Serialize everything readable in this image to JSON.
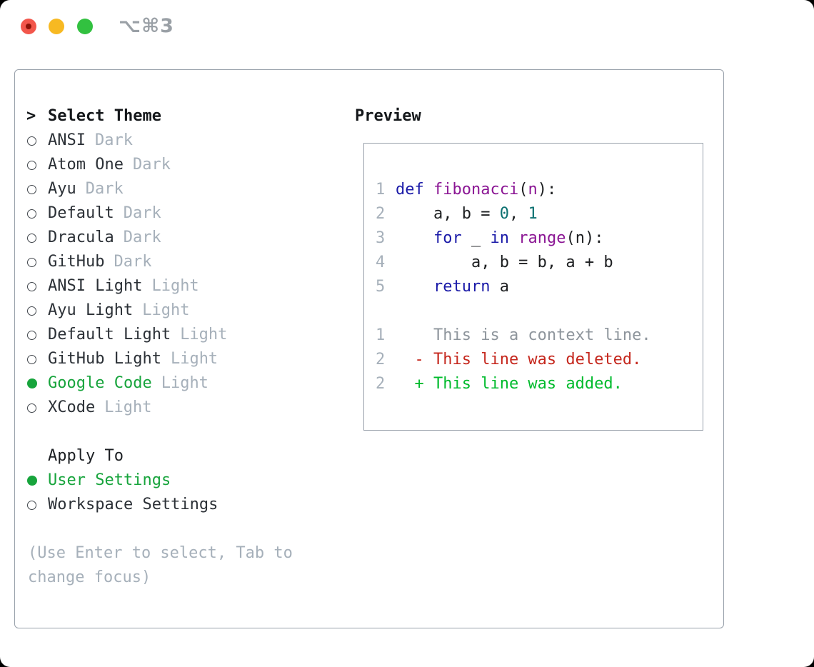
{
  "window": {
    "shortcut": "⌥⌘3"
  },
  "theme_panel": {
    "header": {
      "prompt": ">",
      "label": "Select Theme"
    },
    "themes": [
      {
        "name": "ANSI",
        "tag": "Dark",
        "selected": false
      },
      {
        "name": "Atom One",
        "tag": "Dark",
        "selected": false
      },
      {
        "name": "Ayu",
        "tag": "Dark",
        "selected": false
      },
      {
        "name": "Default",
        "tag": "Dark",
        "selected": false
      },
      {
        "name": "Dracula",
        "tag": "Dark",
        "selected": false
      },
      {
        "name": "GitHub",
        "tag": "Dark",
        "selected": false
      },
      {
        "name": "ANSI Light",
        "tag": "Light",
        "selected": false
      },
      {
        "name": "Ayu Light",
        "tag": "Light",
        "selected": false
      },
      {
        "name": "Default Light",
        "tag": "Light",
        "selected": false
      },
      {
        "name": "GitHub Light",
        "tag": "Light",
        "selected": false
      },
      {
        "name": "Google Code",
        "tag": "Light",
        "selected": true
      },
      {
        "name": "XCode",
        "tag": "Light",
        "selected": false
      }
    ],
    "apply_to": {
      "label": "Apply To",
      "options": [
        {
          "name": "User Settings",
          "selected": true
        },
        {
          "name": "Workspace Settings",
          "selected": false
        }
      ]
    },
    "help": {
      "line1": "(Use Enter to select, Tab to",
      "line2": "change focus)"
    }
  },
  "preview": {
    "label": "Preview",
    "code_lines": [
      {
        "num": "1",
        "tokens": [
          {
            "t": "def",
            "c": "kw"
          },
          {
            "t": " ",
            "c": "plain"
          },
          {
            "t": "fibonacci",
            "c": "fn"
          },
          {
            "t": "(",
            "c": "plain"
          },
          {
            "t": "n",
            "c": "fn"
          },
          {
            "t": "):",
            "c": "plain"
          }
        ]
      },
      {
        "num": "2",
        "tokens": [
          {
            "t": "    a, b = ",
            "c": "plain"
          },
          {
            "t": "0",
            "c": "num"
          },
          {
            "t": ", ",
            "c": "plain"
          },
          {
            "t": "1",
            "c": "num"
          }
        ]
      },
      {
        "num": "3",
        "tokens": [
          {
            "t": "    ",
            "c": "plain"
          },
          {
            "t": "for",
            "c": "kw"
          },
          {
            "t": " _ ",
            "c": "plain"
          },
          {
            "t": "in",
            "c": "kw"
          },
          {
            "t": " ",
            "c": "plain"
          },
          {
            "t": "range",
            "c": "fn"
          },
          {
            "t": "(n):",
            "c": "plain"
          }
        ]
      },
      {
        "num": "4",
        "tokens": [
          {
            "t": "        a, b = b, a + b",
            "c": "plain"
          }
        ]
      },
      {
        "num": "5",
        "tokens": [
          {
            "t": "    ",
            "c": "plain"
          },
          {
            "t": "return",
            "c": "kw"
          },
          {
            "t": " a",
            "c": "plain"
          }
        ]
      }
    ],
    "diff_lines": [
      {
        "num": "1",
        "kind": "ctx",
        "text": "    This is a context line."
      },
      {
        "num": "2",
        "kind": "del",
        "text": "  - This line was deleted."
      },
      {
        "num": "2",
        "kind": "add",
        "text": "  + This line was added."
      }
    ]
  },
  "colors": {
    "accent_green": "#17a43c",
    "added_green": "#00bb2d",
    "deleted_red": "#c5271d",
    "keyword_blue": "#1a1aa8",
    "name_purple": "#8b1694",
    "number_teal": "#0d7171",
    "muted_gray": "#a6b0ba",
    "context_gray": "#8e959c",
    "text_dark": "#2b3036",
    "border_gray": "#99a1ab",
    "traffic_red": "#f2564b",
    "traffic_red_dot": "#8c1308",
    "traffic_yellow": "#f7b922",
    "traffic_green": "#32c140",
    "shortcut_gray": "#9aa0a6"
  }
}
